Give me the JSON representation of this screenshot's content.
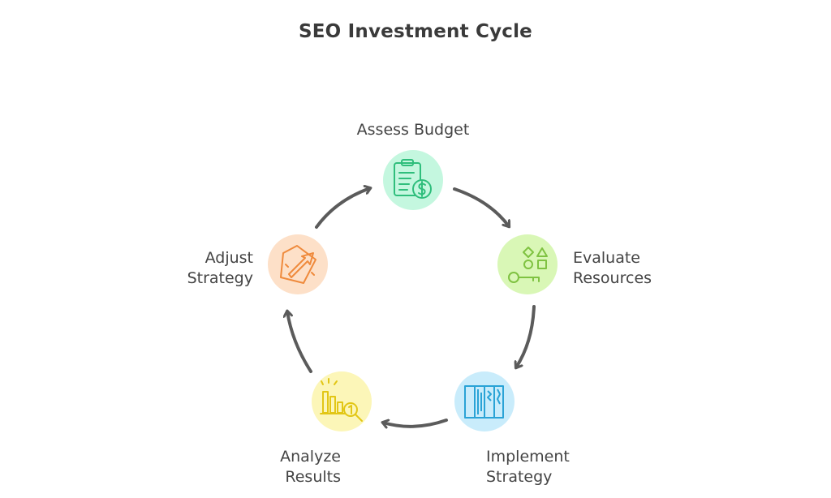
{
  "title": "SEO Investment Cycle",
  "steps": [
    {
      "line1": "Assess Budget",
      "line2": "",
      "icon": "budget-clipboard-icon",
      "color": "#c4f7df",
      "stroke": "#2fbe7c"
    },
    {
      "line1": "Evaluate",
      "line2": "Resources",
      "icon": "resources-shapes-key-icon",
      "color": "#d9f7b6",
      "stroke": "#7fc241"
    },
    {
      "line1": "Implement",
      "line2": "Strategy",
      "icon": "strategy-columns-icon",
      "color": "#c9ecfb",
      "stroke": "#2aa3d6"
    },
    {
      "line1": "Analyze",
      "line2": "Results",
      "icon": "results-chart-magnifier-icon",
      "color": "#fcf6b8",
      "stroke": "#e2c615"
    },
    {
      "line1": "Adjust",
      "line2": "Strategy",
      "icon": "adjust-arrow-icon",
      "color": "#fde0c8",
      "stroke": "#ef8a3c"
    }
  ],
  "arrow_color": "#5b5b5b"
}
